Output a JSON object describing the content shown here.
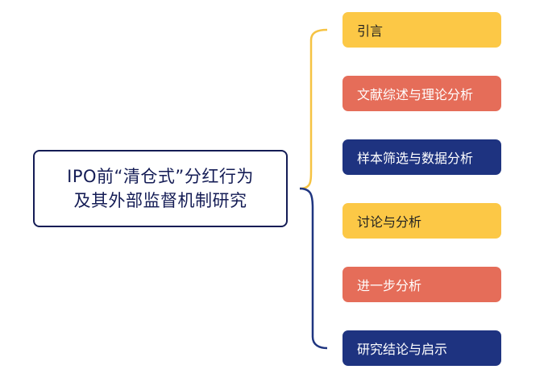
{
  "root": {
    "line1": "IPO前“清仓式”分红行为",
    "line2": "及其外部监督机制研究"
  },
  "branches": [
    {
      "label": "引言",
      "bg": "#fcc846",
      "fg": "#222222"
    },
    {
      "label": "文献综述与理论分析",
      "bg": "#e56d59",
      "fg": "#ffffff"
    },
    {
      "label": "样本筛选与数据分析",
      "bg": "#1e3380",
      "fg": "#ffffff"
    },
    {
      "label": "讨论与分析",
      "bg": "#fcc846",
      "fg": "#222222"
    },
    {
      "label": "进一步分析",
      "bg": "#e56d59",
      "fg": "#ffffff"
    },
    {
      "label": "研究结论与启示",
      "bg": "#1e3380",
      "fg": "#ffffff"
    }
  ],
  "colors": {
    "root_border": "#141c55",
    "bracket_upper": "#f6c343",
    "bracket_lower": "#1f3580"
  }
}
